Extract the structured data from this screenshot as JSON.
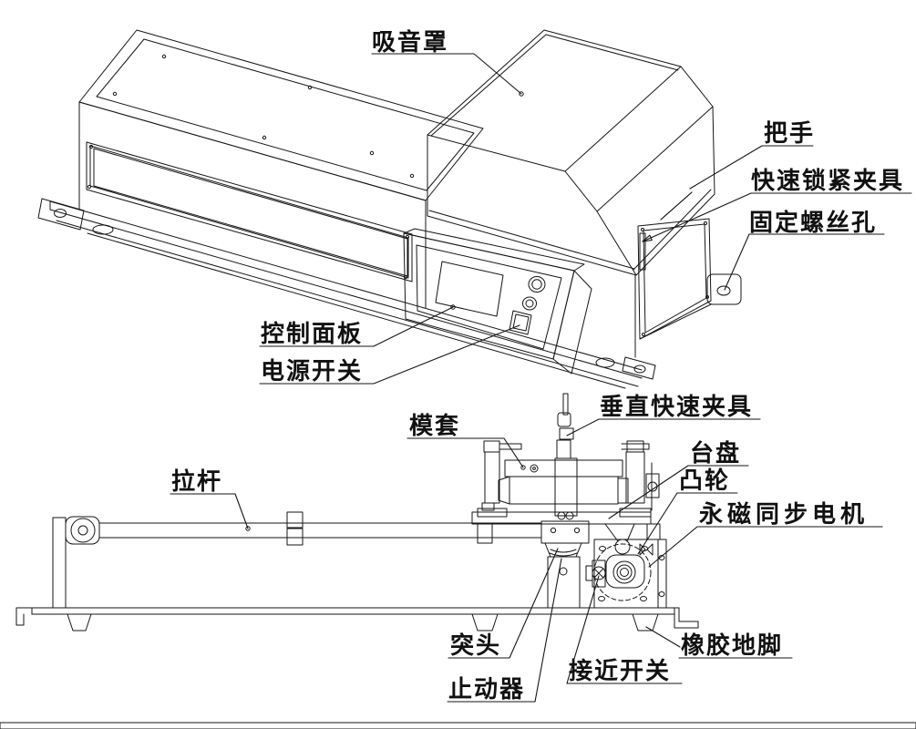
{
  "page": {
    "background": "#ffffff",
    "footer_strip_color": "#eae6e5"
  },
  "diagram": {
    "stroke_color": "#161616",
    "labels": [
      {
        "id": "sound-absorbing-hood",
        "text": "吸音罩"
      },
      {
        "id": "handle",
        "text": "把手"
      },
      {
        "id": "quick-lock-clamp",
        "text": "快速锁紧夹具"
      },
      {
        "id": "fixing-screw-hole",
        "text": "固定螺丝孔"
      },
      {
        "id": "control-panel",
        "text": "控制面板"
      },
      {
        "id": "power-switch",
        "text": "电源开关"
      },
      {
        "id": "vertical-quick-clamp",
        "text": "垂直快速夹具"
      },
      {
        "id": "die-sleeve",
        "text": "模套"
      },
      {
        "id": "pull-rod",
        "text": "拉杆"
      },
      {
        "id": "platform",
        "text": "台盘"
      },
      {
        "id": "cam",
        "text": "凸轮"
      },
      {
        "id": "pm-synchronous-motor",
        "text": "永磁同步电机"
      },
      {
        "id": "protruding-head",
        "text": "突头"
      },
      {
        "id": "stopper",
        "text": "止动器"
      },
      {
        "id": "proximity-switch",
        "text": "接近开关"
      },
      {
        "id": "rubber-foot",
        "text": "橡胶地脚"
      }
    ]
  }
}
